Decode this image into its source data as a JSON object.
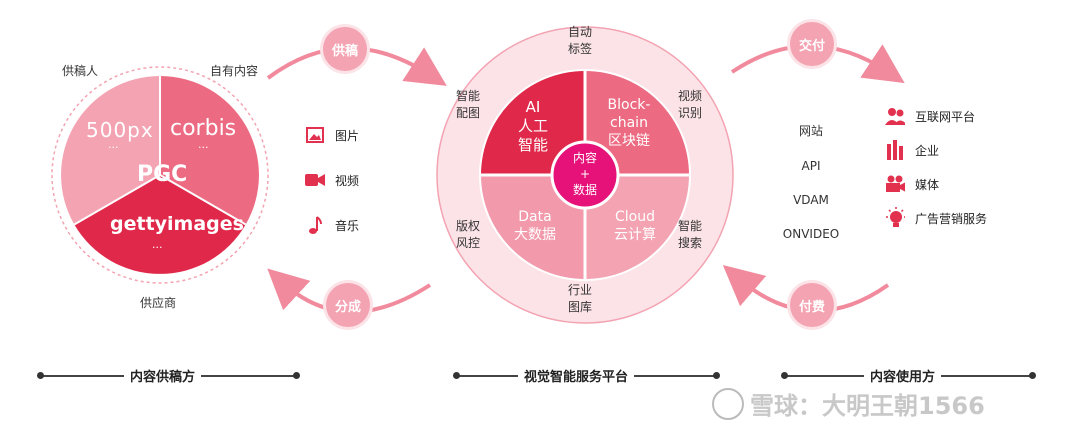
{
  "supply": {
    "pgc": "PGC",
    "brand_500px": "500px",
    "brand_corbis": "corbis",
    "brand_getty": "gettyimages",
    "dots": "...",
    "label_contributor": "供稿人",
    "label_own_content": "自有内容",
    "label_supplier": "供应商"
  },
  "media": [
    "图片",
    "视频",
    "音乐"
  ],
  "arrows": {
    "supply_top": "供稿",
    "supply_bottom": "分成",
    "deliver": "交付",
    "pay": "付费"
  },
  "platform": {
    "center": "内容\n+\n数据",
    "ai": "AI\n人工\n智能",
    "blockchain": "Block-\nchain\n区块链",
    "data": "Data\n大数据",
    "cloud": "Cloud\n云计算",
    "outer_top": "自动\n标签",
    "outer_left_top": "智能\n配图",
    "outer_right_top": "视频\n识别",
    "outer_left_bottom": "版权\n风控",
    "outer_right_bottom": "智能\n搜索",
    "outer_bottom": "行业\n图库"
  },
  "channels": [
    "网站",
    "API",
    "VDAM",
    "ONVIDEO"
  ],
  "users": [
    {
      "label": "互联网平台",
      "icon": "people-icon"
    },
    {
      "label": "企业",
      "icon": "building-icon"
    },
    {
      "label": "媒体",
      "icon": "camera-icon"
    },
    {
      "label": "广告营销服务",
      "icon": "lightbulb-icon"
    }
  ],
  "footer": {
    "left": "内容供稿方",
    "middle": "视觉智能服务平台",
    "right": "内容使用方"
  },
  "watermark": "雪球：大明王朝1566",
  "colors": {
    "primary": "#e2314f",
    "light": "#f4a7b4",
    "medium": "#ef7a8e",
    "pale": "#fbe3e7"
  }
}
